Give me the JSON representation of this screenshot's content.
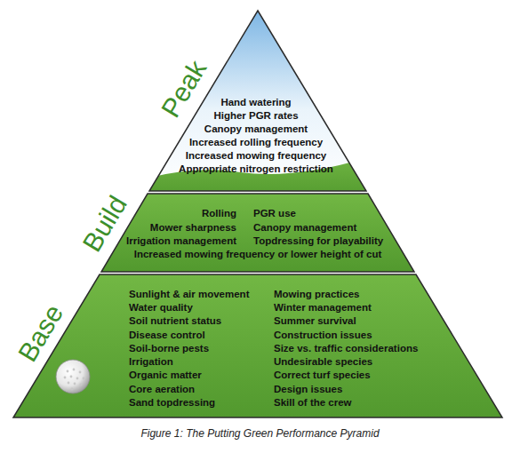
{
  "diagram": {
    "caption": "Figure 1: The Putting Green Performance Pyramid",
    "nodes": [
      {
        "text": [
          "Peak",
          "Hand watering",
          "Higher PGR rates",
          "Canopy management",
          "Increased rolling frequency",
          "Increased mowing frequency",
          "Appropriate nitrogen restriction"
        ]
      },
      {
        "text": [
          "Build",
          "Rolling",
          "Mower sharpness",
          "Irrigation management",
          "PGR use",
          "Canopy management",
          "Topdressing for playability",
          "Increased mowing frequency or lower height of cut"
        ]
      },
      {
        "text": [
          "Base",
          "Sunlight & air movement",
          "Water quality",
          "Soil nutrient status",
          "Disease control",
          "Soil-borne pests",
          "Irrigation",
          "Organic matter",
          "Core aeration",
          "Sand topdressing",
          "Mowing practices",
          "Winter management",
          "Summer survival",
          "Construction issues",
          "Size vs. traffic considerations",
          "Undesirable species",
          "Correct turf species",
          "Design issues",
          "Skill of the crew"
        ]
      }
    ]
  }
}
